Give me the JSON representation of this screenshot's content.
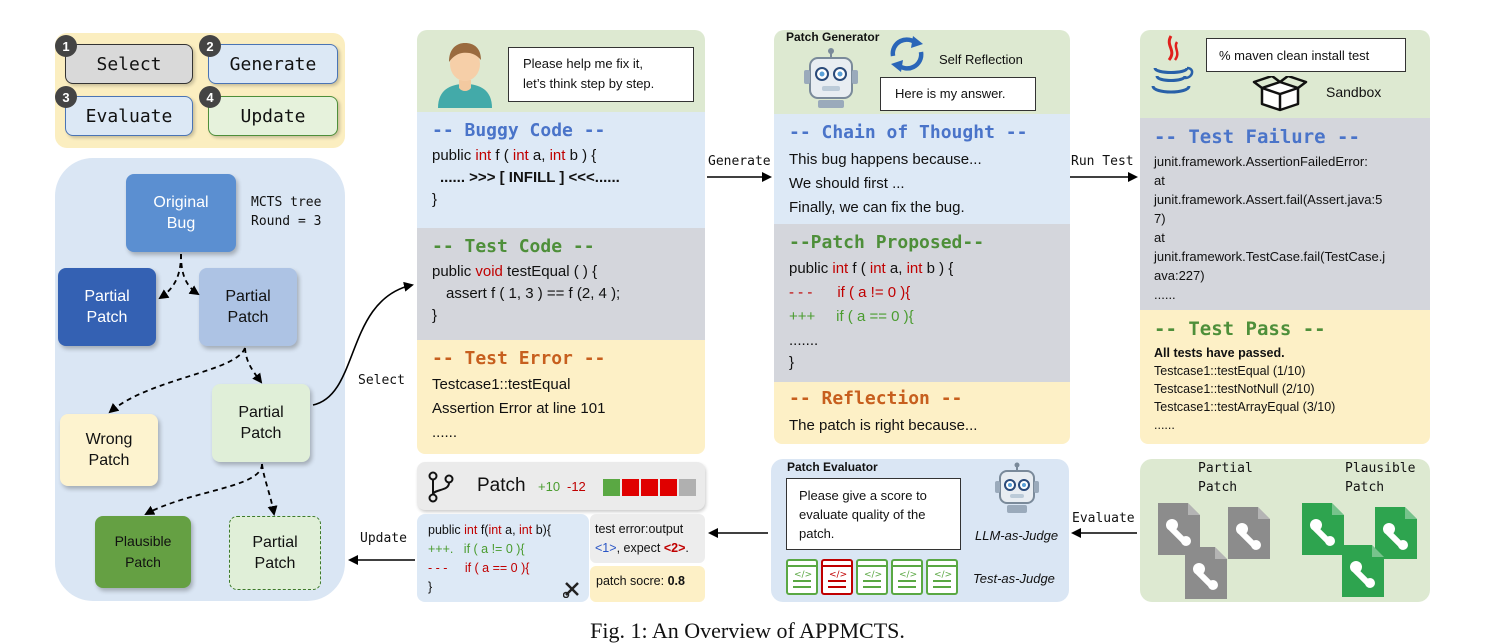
{
  "phases": {
    "select": {
      "num": "1",
      "label": "Select"
    },
    "generate": {
      "num": "2",
      "label": "Generate"
    },
    "evaluate": {
      "num": "3",
      "label": "Evaluate"
    },
    "update": {
      "num": "4",
      "label": "Update"
    }
  },
  "tree": {
    "caption_line1": "MCTS tree",
    "caption_line2": "Round = 3",
    "nodes": {
      "original": [
        "Original",
        "Bug"
      ],
      "partial_a": [
        "Partial",
        "Patch"
      ],
      "partial_b": [
        "Partial",
        "Patch"
      ],
      "partial_c": [
        "Partial",
        "Patch"
      ],
      "wrong": [
        "Wrong",
        "Patch"
      ],
      "plausible": [
        "Plausible",
        "Patch"
      ],
      "partial_d": [
        "Partial",
        "Patch"
      ]
    }
  },
  "arrows": {
    "select": "Select",
    "generate": "Generate",
    "run_test": "Run Test",
    "evaluate": "Evaluate",
    "update": "Update"
  },
  "user": {
    "speech_line1": "Please help me fix it,",
    "speech_line2": "let’s think step by step."
  },
  "buggy": {
    "title": "-- Buggy Code --",
    "l1_a": "public ",
    "l1_kw": "int",
    "l1_b": " f ( ",
    "l1_kw2": "int",
    "l1_c": " a, ",
    "l1_kw3": "int",
    "l1_d": " b ) {",
    "l2": "...... >>> [ INFILL ] <<<......",
    "l3": "}"
  },
  "test_code": {
    "title": "-- Test Code --",
    "l1_a": "public ",
    "l1_kw": "void",
    "l1_b": " testEqual ( ) {",
    "l2": "assert f ( 1, 3 ) == f (2, 4 );",
    "l3": "}"
  },
  "test_error": {
    "title": "-- Test Error --",
    "l1": "Testcase1::testEqual",
    "l2": "Assertion Error at line 101",
    "l3": "......"
  },
  "patch_bar": {
    "label": "Patch",
    "plus": "+10",
    "minus": "-12",
    "colors": [
      "#5aa843",
      "#e00000",
      "#e00000",
      "#e00000",
      "#b0b0b0"
    ]
  },
  "patch_card": {
    "l1_a": "public ",
    "l1_kw": "int",
    "l1_b": " f(",
    "l1_kw2": "int",
    "l1_c": " a, ",
    "l1_kw3": "int",
    "l1_d": " b){",
    "l2_a": "+++.",
    "l2_b": "if ( a != 0 ){",
    "l3_a": "- - -",
    "l3_b": "if ( a == 0 ){",
    "l4": "}",
    "err_a": "test error:output",
    "err_b1": "<1>",
    "err_b2": ", expect ",
    "err_b3": "<2>",
    "err_b4": ".",
    "score_label": "patch socre: ",
    "score_value": "0.8"
  },
  "generator": {
    "title": "Patch Generator",
    "reflection_label": "Self Reflection",
    "speech": "Here is my answer."
  },
  "cot": {
    "title": "-- Chain of Thought --",
    "l1": "This bug happens because...",
    "l2": "We should first ...",
    "l3": "Finally, we can fix the bug."
  },
  "proposed": {
    "title": "--Patch Proposed--",
    "l1_a": "public ",
    "l1_kw": "int",
    "l1_b": " f ( ",
    "l1_kw2": "int",
    "l1_c": " a, ",
    "l1_kw3": "int",
    "l1_d": " b ) {",
    "l2_a": "- - -",
    "l2_b": "if ( a != 0 ){",
    "l3_a": "+++",
    "l3_b": "if ( a == 0 ){",
    "l4": ".......",
    "l5": "}"
  },
  "reflection": {
    "title": "-- Reflection --",
    "l1": "The patch is right because..."
  },
  "evaluator": {
    "title": "Patch Evaluator",
    "prompt_l1": "Please give a score to",
    "prompt_l2": "evaluate quality of the",
    "prompt_l3": "patch.",
    "llm_judge": "LLM-as-Judge",
    "test_judge": "Test-as-Judge"
  },
  "sandbox": {
    "command": "% maven clean install test",
    "label": "Sandbox"
  },
  "failure": {
    "title": "-- Test Failure --",
    "lines": [
      "junit.framework.AssertionFailedError:",
      "at",
      "junit.framework.Assert.fail(Assert.java:5",
      "7)",
      "at",
      "junit.framework.TestCase.fail(TestCase.j",
      "ava:227)",
      "......"
    ]
  },
  "pass": {
    "title": "-- Test Pass --",
    "bold": "All tests have passed.",
    "lines": [
      "Testcase1::testEqual (1/10)",
      "Testcase1::testNotNull (2/10)",
      "Testcase1::testArrayEqual (3/10)",
      "......"
    ]
  },
  "classification": {
    "partial_l1": "Partial",
    "partial_l2": "Patch",
    "plausible_l1": "Plausible",
    "plausible_l2": "Patch"
  },
  "caption": "Fig. 1: An Overview of APPMCTS."
}
